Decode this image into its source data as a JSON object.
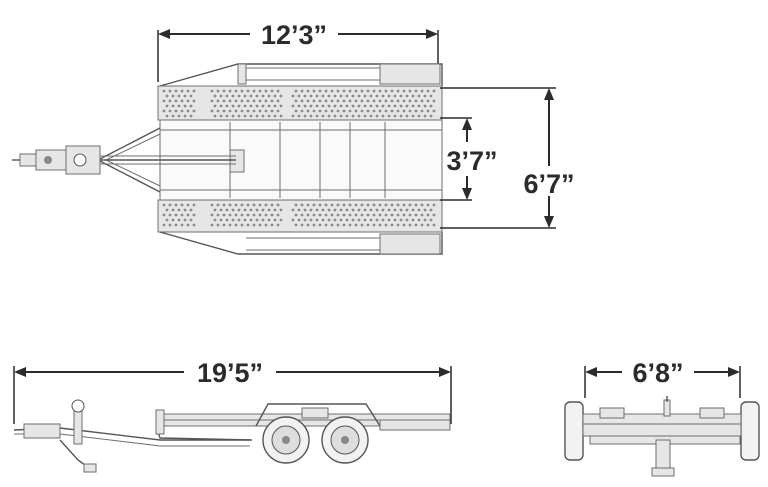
{
  "dimensions": {
    "top_length": "12’3”",
    "inner_width": "3’7”",
    "overall_width_top": "6’7”",
    "side_length": "19’5”",
    "rear_width": "6’8”"
  }
}
